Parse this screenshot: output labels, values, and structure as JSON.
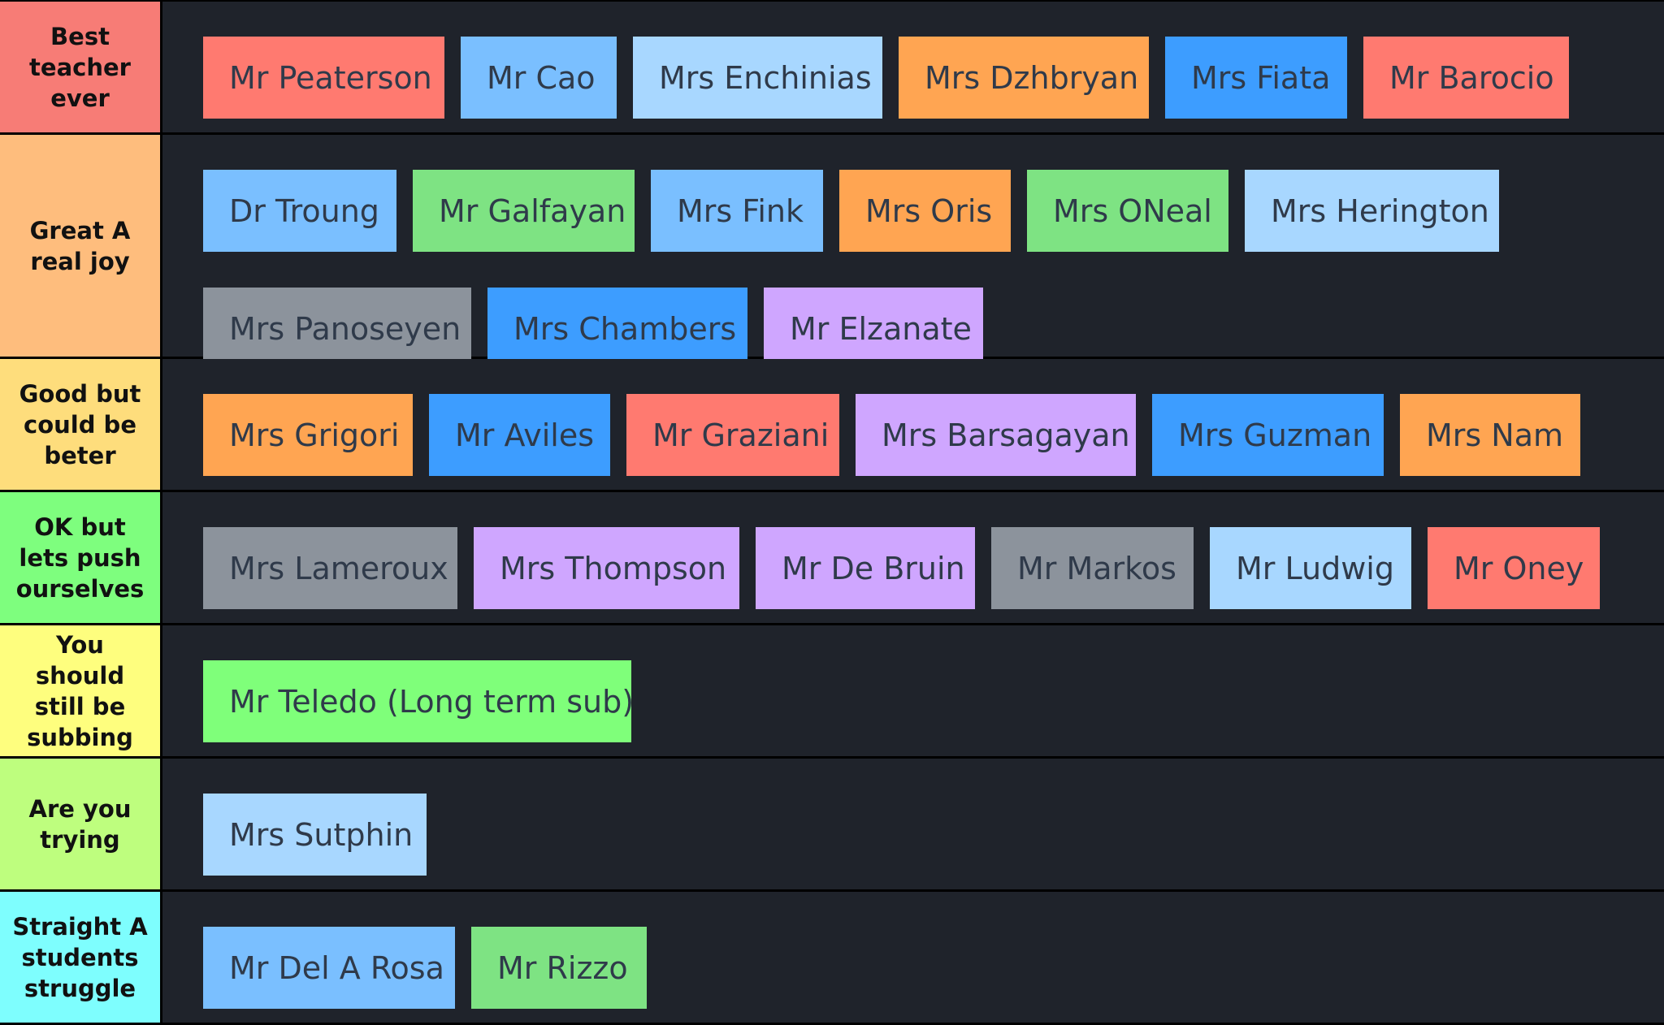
{
  "colors": {
    "red": "#ff7a70",
    "orange": "#ffa552",
    "sky": "#7abfff",
    "pale_blue": "#a8d7ff",
    "blue": "#3d9dff",
    "green": "#7ee383",
    "gray": "#8c939c",
    "lavender": "#cfa6ff",
    "lime": "#7fff7a"
  },
  "tiers": [
    {
      "label": "Best teacher ever",
      "color": "#f77c76",
      "height": 164,
      "items": [
        {
          "name": "Mr Peaterson",
          "color": "red",
          "width": 297
        },
        {
          "name": "Mr Cao",
          "color": "sky",
          "width": 192
        },
        {
          "name": "Mrs Enchinias",
          "color": "pale_blue",
          "width": 307
        },
        {
          "name": "Mrs Dzhbryan",
          "color": "orange",
          "width": 308
        },
        {
          "name": "Mrs Fiata",
          "color": "blue",
          "width": 224
        },
        {
          "name": "Mr Barocio",
          "color": "red",
          "width": 253
        }
      ]
    },
    {
      "label": "Great A real joy",
      "color": "#febd7d",
      "height": 276,
      "items": [
        {
          "name": "Dr Troung",
          "color": "sky",
          "width": 238
        },
        {
          "name": "Mr Galfayan",
          "color": "green",
          "width": 273
        },
        {
          "name": "Mrs Fink",
          "color": "sky",
          "width": 212
        },
        {
          "name": "Mrs Oris",
          "color": "orange",
          "width": 211
        },
        {
          "name": "Mrs ONeal",
          "color": "green",
          "width": 248
        },
        {
          "name": "Mrs Herington",
          "color": "pale_blue",
          "width": 313
        },
        {
          "name": "Mrs Panoseyen",
          "color": "gray",
          "width": 330
        },
        {
          "name": "Mrs Chambers",
          "color": "blue",
          "width": 320
        },
        {
          "name": "Mr Elzanate",
          "color": "lavender",
          "width": 270
        }
      ]
    },
    {
      "label": "Good but could be beter",
      "color": "#fedd7c",
      "height": 164,
      "items": [
        {
          "name": "Mrs Grigori",
          "color": "orange",
          "width": 258
        },
        {
          "name": "Mr Aviles",
          "color": "blue",
          "width": 223
        },
        {
          "name": "Mr Graziani",
          "color": "red",
          "width": 262
        },
        {
          "name": "Mrs Barsagayan",
          "color": "lavender",
          "width": 345
        },
        {
          "name": "Mrs Guzman",
          "color": "blue",
          "width": 285
        },
        {
          "name": "Mrs Nam",
          "color": "orange",
          "width": 222
        }
      ]
    },
    {
      "label": "OK but lets push ourselves",
      "color": "#7efe7e",
      "height": 164,
      "items": [
        {
          "name": "Mrs Lameroux",
          "color": "gray",
          "width": 313
        },
        {
          "name": "Mrs Thompson",
          "color": "lavender",
          "width": 327
        },
        {
          "name": "Mr De Bruin",
          "color": "lavender",
          "width": 270
        },
        {
          "name": "Mr Markos",
          "color": "gray",
          "width": 249
        },
        {
          "name": "Mr Ludwig",
          "color": "pale_blue",
          "width": 248
        },
        {
          "name": "Mr Oney",
          "color": "red",
          "width": 212
        }
      ]
    },
    {
      "label": "You should still be subbing",
      "color": "#fefe7e",
      "height": 164,
      "items": [
        {
          "name": "Mr Teledo (Long term sub)",
          "color": "lime",
          "width": 527
        }
      ]
    },
    {
      "label": "Are you trying",
      "color": "#befe7e",
      "height": 164,
      "items": [
        {
          "name": "Mrs Sutphin",
          "color": "pale_blue",
          "width": 275
        }
      ]
    },
    {
      "label": "Straight A students struggle",
      "color": "#7efefe",
      "height": 164,
      "items": [
        {
          "name": "Mr Del A Rosa",
          "color": "sky",
          "width": 310
        },
        {
          "name": "Mr Rizzo",
          "color": "green",
          "width": 216
        }
      ]
    }
  ]
}
